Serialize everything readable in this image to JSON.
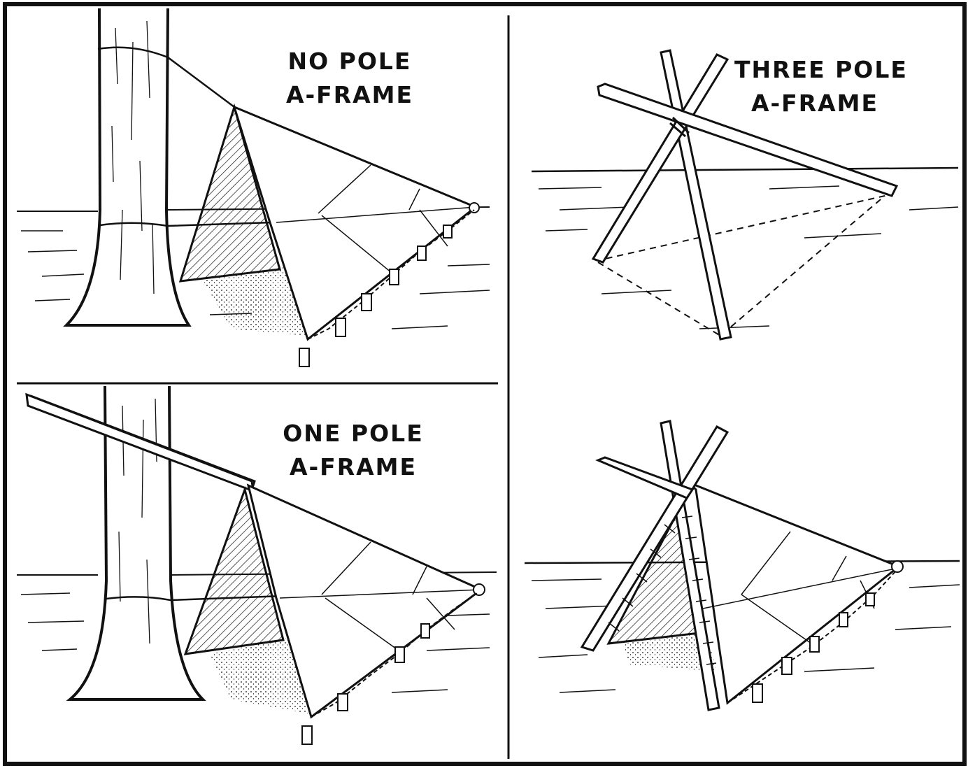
{
  "panels": {
    "no_pole": {
      "line1": "NO POLE",
      "line2": "A-FRAME"
    },
    "one_pole": {
      "line1": "ONE POLE",
      "line2": "A-FRAME"
    },
    "three_pole": {
      "line1": "THREE POLE",
      "line2": "A-FRAME"
    }
  },
  "colors": {
    "ink": "#111111",
    "paper": "#ffffff"
  }
}
